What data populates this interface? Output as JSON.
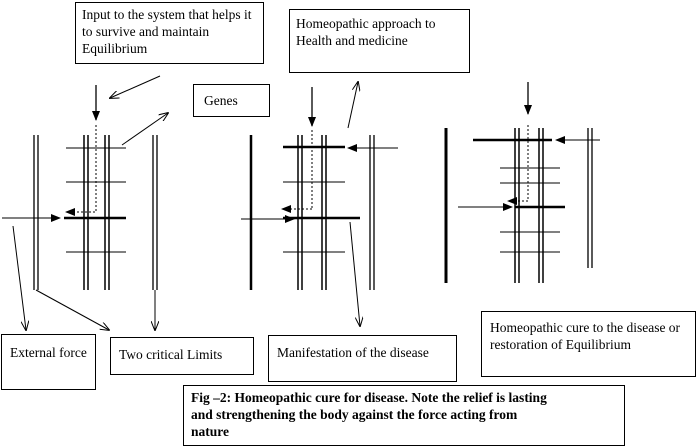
{
  "labels": {
    "input_text": "Input to the system that helps it to survive and maintain Equilibrium",
    "homeopathic_approach": "Homeopathic approach to Health and medicine",
    "genes": "Genes",
    "external_force": "External force",
    "two_critical_limits": "Two critical Limits",
    "manifestation": "Manifestation of the disease",
    "cure": "Homeopathic cure to the disease or restoration of Equilibrium"
  },
  "caption": {
    "line1": "Fig –2: Homeopathic cure for disease. Note the relief is lasting",
    "line2": "and strengthening the body against the force acting from",
    "line3": "nature"
  },
  "colors": {
    "stroke": "#000000",
    "background": "#ffffff"
  }
}
